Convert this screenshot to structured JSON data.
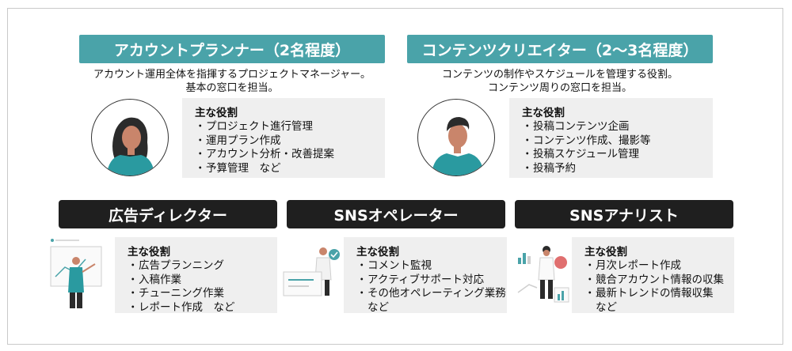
{
  "top_roles": [
    {
      "header": "アカウントプランナー（2名程度）",
      "desc_lines": [
        "アカウント運用全体を指揮するプロジェクトマネージャー。",
        "基本の窓口を担当。"
      ],
      "role_title": "主な役割",
      "items": [
        "プロジェクト進行管理",
        "運用プラン作成",
        "アカウント分析・改善提案",
        "予算管理　など"
      ]
    },
    {
      "header": "コンテンツクリエイター（2～3名程度）",
      "desc_lines": [
        "コンテンツの制作やスケジュールを管理する役割。",
        "コンテンツ周りの窓口を担当。"
      ],
      "role_title": "主な役割",
      "items": [
        "投稿コンテンツ企画",
        "コンテンツ作成、撮影等",
        "投稿スケジュール管理",
        "投稿予約"
      ]
    }
  ],
  "bottom_roles": [
    {
      "header": "広告ディレクター",
      "role_title": "主な役割",
      "items": [
        "広告プランニング",
        "入稿作業",
        "チューニング作業",
        "レポート作成　など"
      ]
    },
    {
      "header": "SNSオペレーター",
      "role_title": "主な役割",
      "items": [
        "コメント監視",
        "アクティブサポート対応",
        "その他オペレーティング業務"
      ],
      "extra": "など"
    },
    {
      "header": "SNSアナリスト",
      "role_title": "主な役割",
      "items": [
        "月次レポート作成",
        "競合アカウント情報の収集",
        "最新トレンドの情報収集"
      ],
      "extra": "など"
    }
  ],
  "bullet": "・",
  "colors": {
    "teal": "#4aa3a9",
    "dark": "#1f1f1f",
    "box": "#efefef"
  }
}
